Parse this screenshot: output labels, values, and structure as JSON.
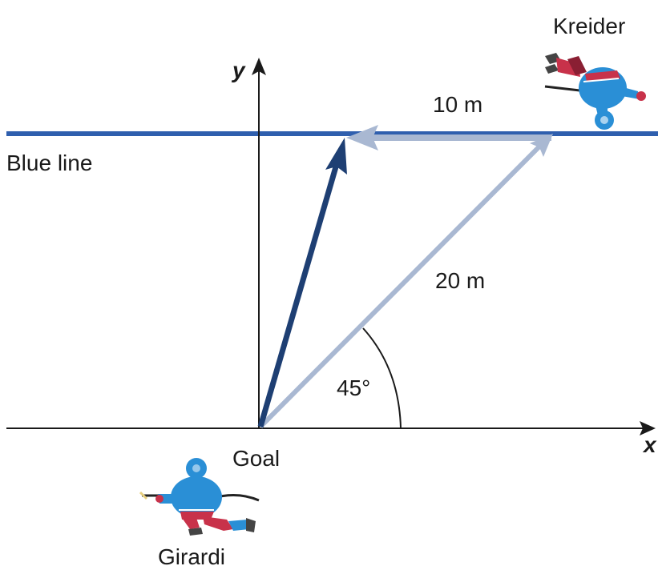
{
  "labels": {
    "y_axis": "y",
    "x_axis": "x",
    "blue_line": "Blue line",
    "kreider": "Kreider",
    "girardi": "Girardi",
    "goal": "Goal",
    "dist_10": "10 m",
    "dist_20": "20 m",
    "angle": "45°"
  },
  "colors": {
    "blue_line": "#2f5fae",
    "resultant_vector": "#1e3f73",
    "component_vector": "#a9b8d2",
    "axis": "#1a1a1a",
    "jersey_blue": "#2a8fd6",
    "jersey_red": "#c8324a"
  },
  "icons": {
    "kreider": "hockey-player-icon",
    "girardi": "hockey-player-icon"
  }
}
